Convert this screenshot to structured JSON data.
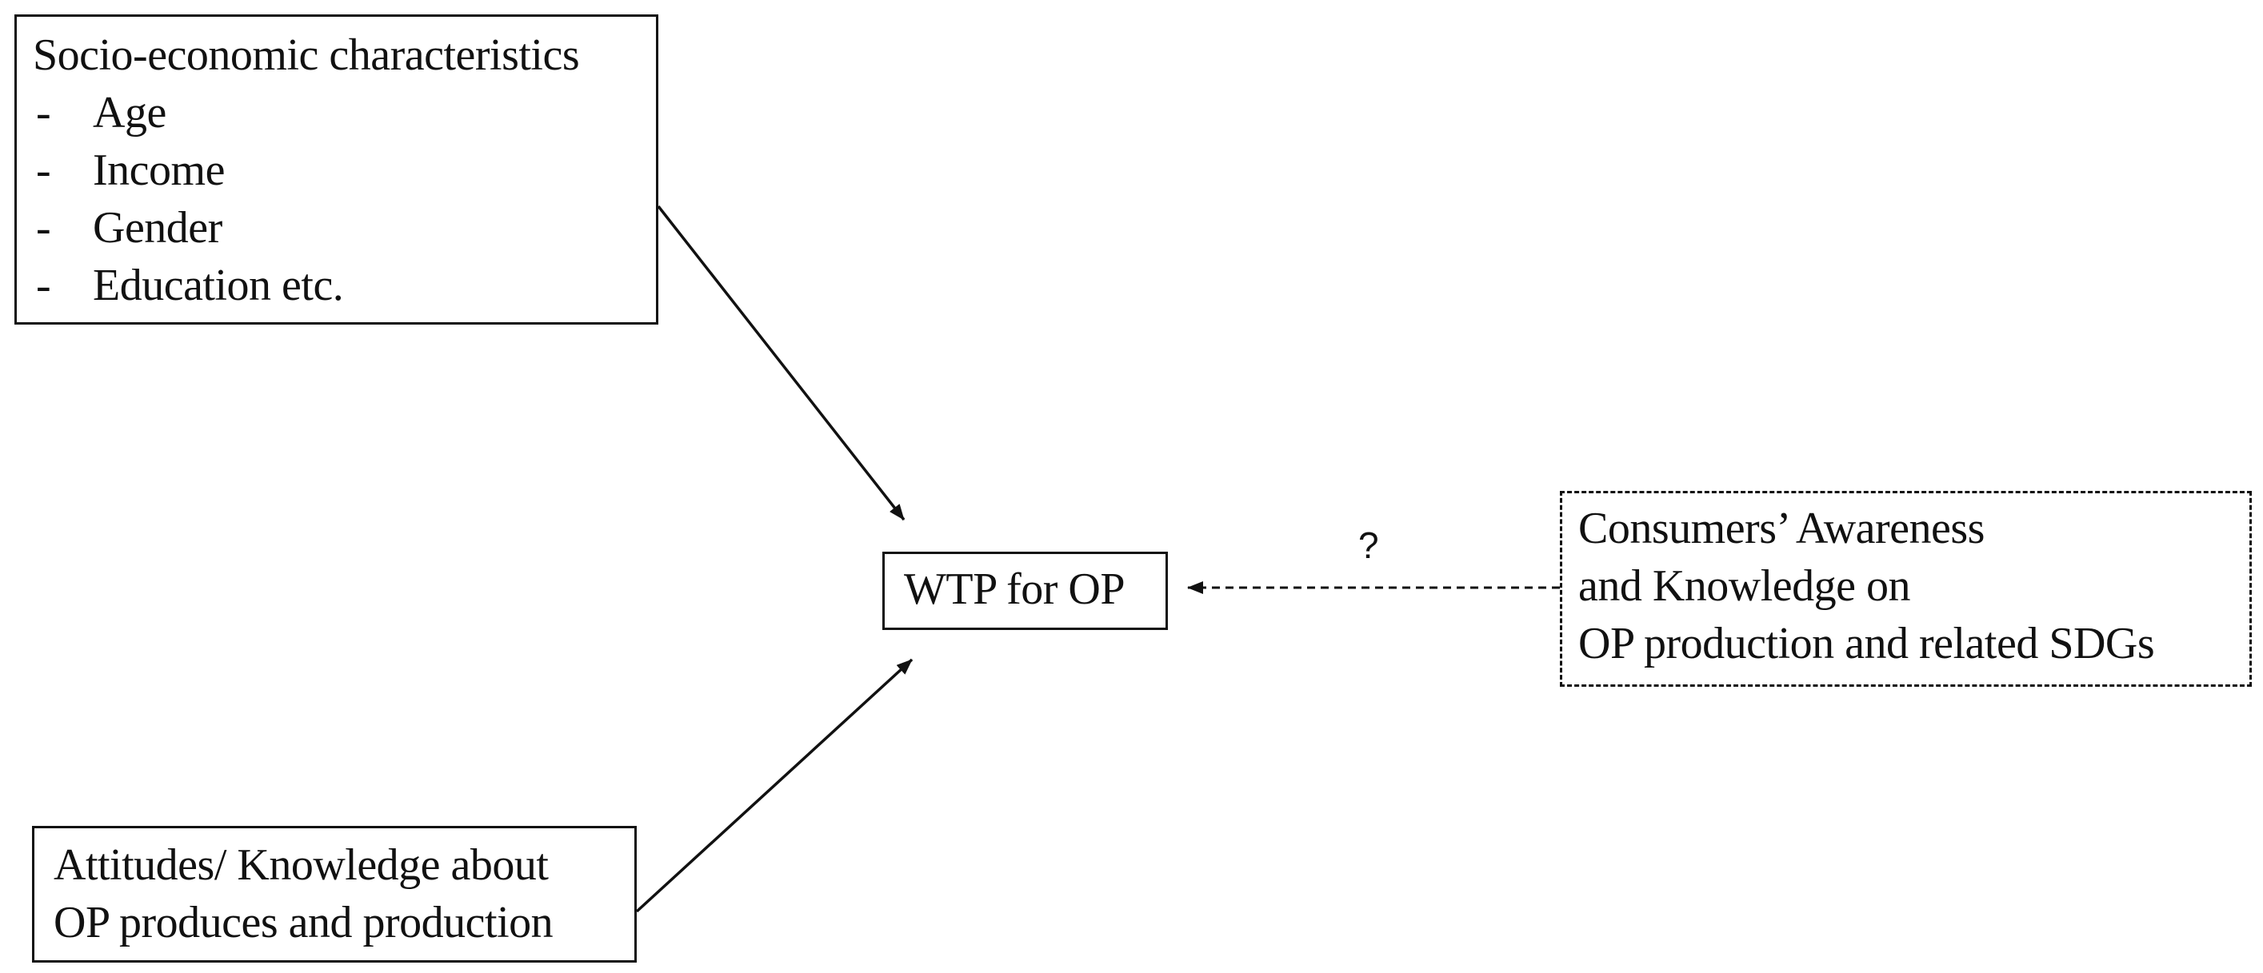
{
  "socio_box": {
    "title": "Socio-economic characteristics",
    "items": [
      {
        "bullet": "-",
        "label": "Age"
      },
      {
        "bullet": "-",
        "label": "Income"
      },
      {
        "bullet": "-",
        "label": "Gender"
      },
      {
        "bullet": "-",
        "label": "Education etc."
      }
    ]
  },
  "center_box": {
    "label": "WTP for OP"
  },
  "attitudes_box": {
    "lines": [
      "Attitudes/ Knowledge about",
      "OP produces and production"
    ]
  },
  "consumer_box": {
    "lines": [
      "Consumers’ Awareness",
      "and Knowledge on",
      "OP production and related SDGs"
    ]
  },
  "dashed_link": {
    "label": "?"
  }
}
